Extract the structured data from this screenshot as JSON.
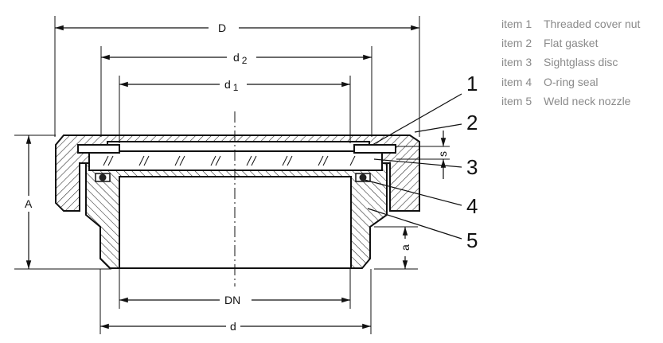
{
  "dimensions": {
    "D": "D",
    "d2_base": "d",
    "d2_sub": "2",
    "d1_base": "d",
    "d1_sub": "1",
    "A": "A",
    "DN": "DN",
    "d": "d",
    "s": "s",
    "a": "a"
  },
  "callouts": [
    "1",
    "2",
    "3",
    "4",
    "5"
  ],
  "legend": [
    {
      "item": "item 1",
      "text": "Threaded cover nut"
    },
    {
      "item": "item 2",
      "text": "Flat gasket"
    },
    {
      "item": "item 3",
      "text": "Sightglass disc"
    },
    {
      "item": "item 4",
      "text": "O-ring seal"
    },
    {
      "item": "item 5",
      "text": "Weld neck nozzle"
    }
  ],
  "colors": {
    "line": "#111111",
    "legend_text": "#8a8a8a",
    "hatch": "#222222"
  }
}
